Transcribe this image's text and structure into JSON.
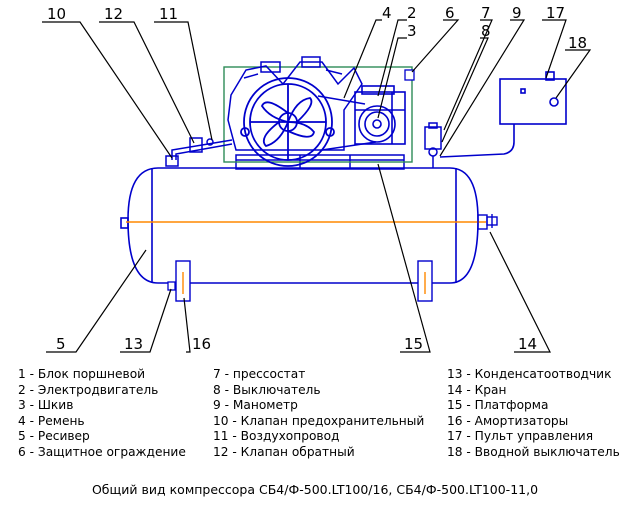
{
  "callouts": [
    "10",
    "12",
    "11",
    "4",
    "2",
    "3",
    "6",
    "7",
    "8",
    "9",
    "17",
    "18",
    "5",
    "13",
    "16",
    "15",
    "14"
  ],
  "legend": {
    "col1": [
      "1 - Блок поршневой",
      "2 - Электродвигатель",
      "3 - Шкив",
      "4 - Ремень",
      "5 - Ресивер",
      "6 - Защитное ограждение"
    ],
    "col2": [
      "7 - прессостат",
      "8 - Выключатель",
      "9 - Манометр",
      "10 - Клапан предохранительный",
      "11 - Воздухопровод",
      "12 - Клапан обратный"
    ],
    "col3": [
      "13 - Конденсатоотводчик",
      "14 - Кран",
      "15 - Платформа",
      "16 - Амортизаторы",
      "17 - Пульт управления",
      "18 - Вводной выключатель"
    ]
  },
  "caption": "Общий вид компрессора СБ4/Ф-500.LT100/16, СБ4/Ф-500.LT100-11,0",
  "colors": {
    "line": "#0000cc",
    "axis": "#ff8800",
    "guard": "#2e8b57",
    "text": "#000000"
  }
}
